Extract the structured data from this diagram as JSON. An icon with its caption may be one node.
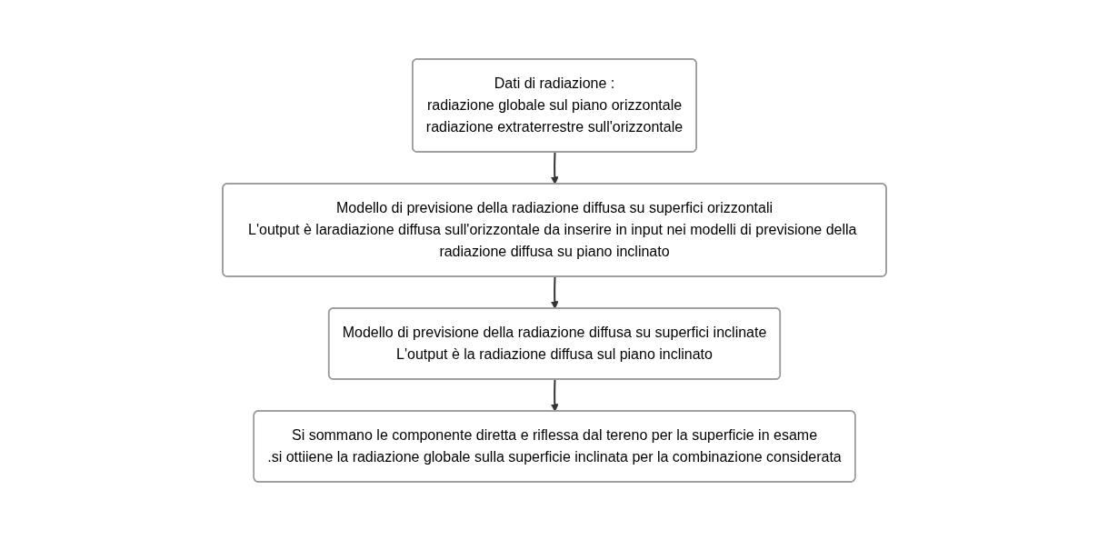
{
  "diagram": {
    "nodes": [
      {
        "text": [
          "Dati di radiazione :",
          "radiazione globale sul piano orizzontale",
          "radiazione extraterrestre sull'orizzontale"
        ]
      },
      {
        "text": [
          "Modello di previsione della radiazione diffusa su superfici orizzontali",
          "L'output è laradiazione diffusa sull'orizzontale da inserire in input nei modelli di previsione della radiazione diffusa su piano inclinato"
        ]
      },
      {
        "text": [
          "Modello di previsione della radiazione diffusa su superfici inclinate",
          "L'output è la radiazione diffusa sul piano inclinato"
        ]
      },
      {
        "text": [
          "Si sommano le componente diretta e riflessa dal tereno per la superficie in esame",
          ".si ottiiene la radiazione globale sulla superficie inclinata per la combinazione considerata"
        ]
      }
    ],
    "edges": [
      {
        "from": 0,
        "to": 1,
        "arrow": "to"
      },
      {
        "from": 1,
        "to": 2,
        "arrow": "to"
      },
      {
        "from": 2,
        "to": 3,
        "arrow": "to"
      }
    ]
  }
}
